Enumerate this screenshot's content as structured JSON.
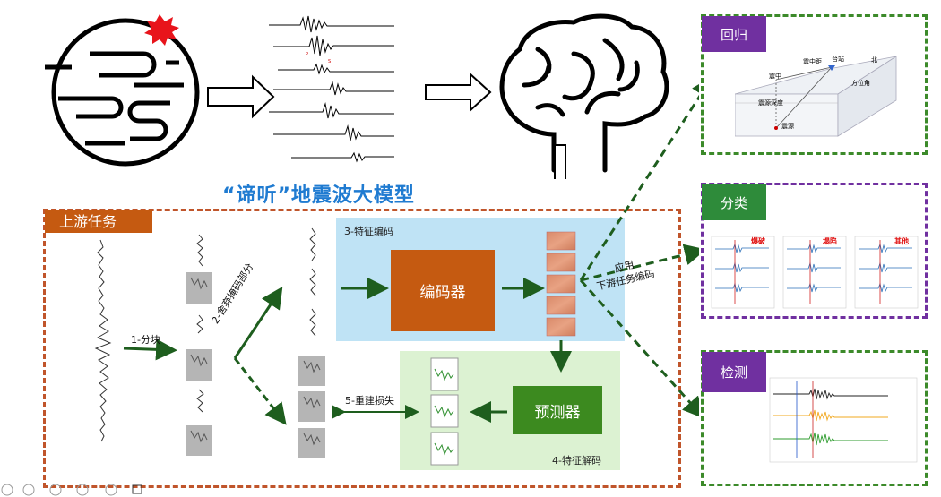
{
  "title": "“谛听”地震波大模型",
  "upstream": {
    "label": "上游任务",
    "step1": "1-分块",
    "step2": "2-舍弃掩码部分",
    "step3": "3-特征编码",
    "step4": "4-特征解码",
    "step5": "5-重建损失",
    "encoder": "编码器",
    "predictor": "预测器"
  },
  "apply": {
    "line1": "应用",
    "line2": "下游任务编码"
  },
  "tasks": [
    {
      "label": "回归",
      "border": "#3c8a2a",
      "tag_color": "#7030a0"
    },
    {
      "label": "分类",
      "border": "#7030a0",
      "tag_color": "#2e8b3a"
    },
    {
      "label": "检测",
      "border": "#3c8a2a",
      "tag_color": "#7030a0"
    }
  ],
  "regression_figure": {
    "labels": [
      "台站",
      "震中距",
      "方位角",
      "北",
      "震中",
      "震源深度",
      "震源"
    ]
  },
  "classification_figure": {
    "columns": [
      "爆破",
      "塌陷",
      "其他"
    ]
  },
  "colors": {
    "title": "#1f7bd1",
    "upstream_border": "#c0552b",
    "encoder": "#c55a11",
    "predictor": "#3c8a1f",
    "arrow_green": "#1e5e1e",
    "purple": "#7030a0"
  }
}
